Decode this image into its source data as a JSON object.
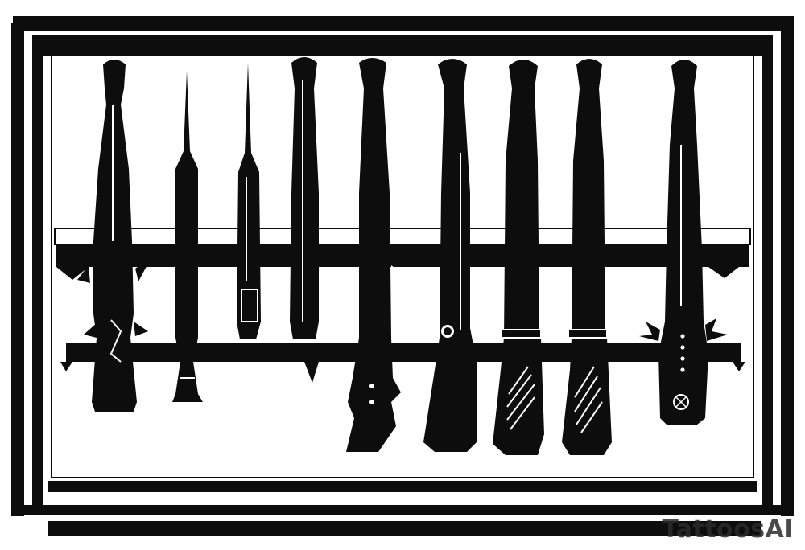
{
  "watermark": {
    "text": "TattoosAI"
  },
  "palette": {
    "ink": "#0d0d0d",
    "paper": "#ffffff",
    "gray": "#b9b9b9"
  },
  "tools": [
    {
      "name": "spiked-club"
    },
    {
      "name": "thin-awl"
    },
    {
      "name": "pen-awl"
    },
    {
      "name": "round-bat"
    },
    {
      "name": "serrated-cleaver"
    },
    {
      "name": "curved-knife"
    },
    {
      "name": "striped-blade-1"
    },
    {
      "name": "striped-blade-2"
    },
    {
      "name": "studded-bat"
    }
  ]
}
